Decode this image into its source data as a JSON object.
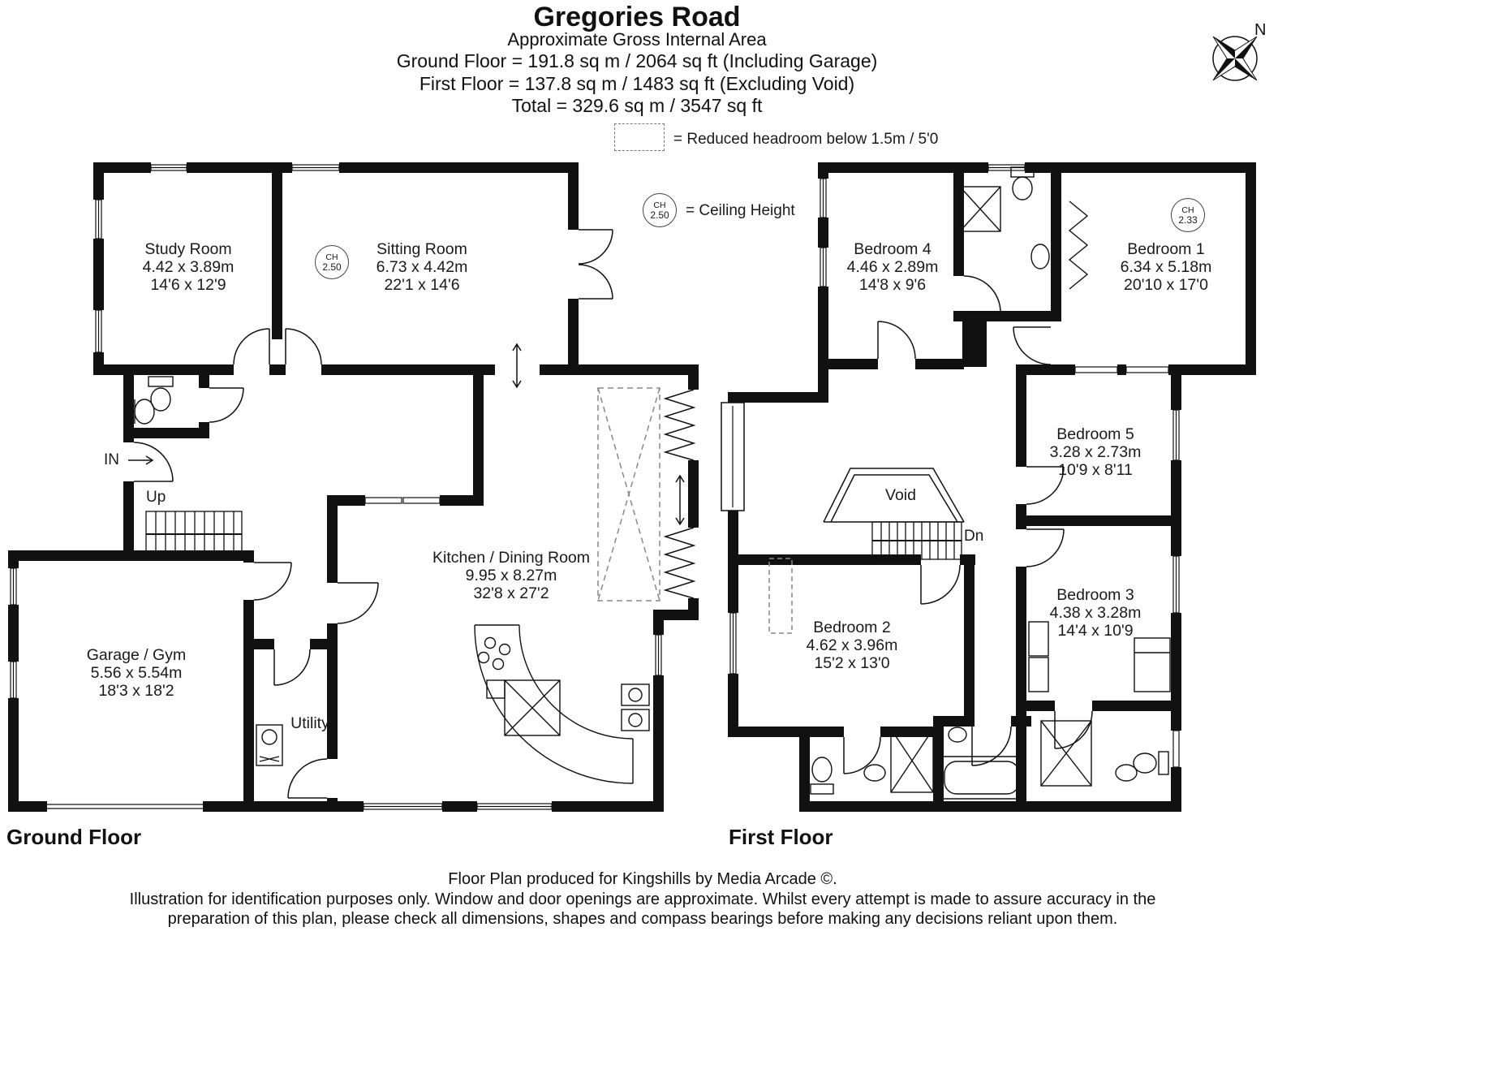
{
  "header": {
    "title": "Gregories Road",
    "subtitle": "Approximate Gross Internal Area",
    "area_lines": [
      "Ground Floor = 191.8 sq m / 2064 sq ft (Including Garage)",
      "First Floor = 137.8 sq m / 1483 sq ft (Excluding Void)",
      "Total = 329.6 sq m / 3547 sq ft"
    ]
  },
  "legend": {
    "reduced_headroom_text": "= Reduced headroom below 1.5m / 5'0",
    "ceiling_height_text": "= Ceiling Height",
    "ch_badge": {
      "label": "CH",
      "value": "2.50"
    }
  },
  "compass": {
    "north_label": "N"
  },
  "ground_floor": {
    "section_label": "Ground Floor",
    "ch_badge": {
      "label": "CH",
      "value": "2.50"
    },
    "rooms": {
      "study": {
        "name": "Study Room",
        "metric": "4.42 x 3.89m",
        "imperial": "14'6 x 12'9"
      },
      "sitting": {
        "name": "Sitting Room",
        "metric": "6.73 x 4.42m",
        "imperial": "22'1 x 14'6"
      },
      "kitchen": {
        "name": "Kitchen / Dining Room",
        "metric": "9.95 x 8.27m",
        "imperial": "32'8 x 27'2"
      },
      "garage": {
        "name": "Garage / Gym",
        "metric": "5.56 x 5.54m",
        "imperial": "18'3 x 18'2"
      },
      "utility": {
        "name": "Utility"
      }
    },
    "annotations": {
      "in": "IN",
      "up": "Up"
    }
  },
  "first_floor": {
    "section_label": "First Floor",
    "ch_badge": {
      "label": "CH",
      "value": "2.33"
    },
    "rooms": {
      "bedroom1": {
        "name": "Bedroom 1",
        "metric": "6.34 x 5.18m",
        "imperial": "20'10 x 17'0"
      },
      "bedroom2": {
        "name": "Bedroom 2",
        "metric": "4.62 x 3.96m",
        "imperial": "15'2 x 13'0"
      },
      "bedroom3": {
        "name": "Bedroom 3",
        "metric": "4.38 x 3.28m",
        "imperial": "14'4 x 10'9"
      },
      "bedroom4": {
        "name": "Bedroom 4",
        "metric": "4.46 x 2.89m",
        "imperial": "14'8 x 9'6"
      },
      "bedroom5": {
        "name": "Bedroom 5",
        "metric": "3.28 x 2.73m",
        "imperial": "10'9 x 8'11"
      }
    },
    "annotations": {
      "void": "Void",
      "dn": "Dn"
    }
  },
  "footer": {
    "credit": "Floor Plan produced for Kingshills by Media Arcade ©.",
    "disclaimer_lines": [
      "Illustration for identification purposes only. Window and door openings are approximate. Whilst every attempt is made to assure accuracy in the",
      "preparation of this plan, please check all dimensions, shapes and compass bearings before making any decisions reliant upon them."
    ]
  }
}
